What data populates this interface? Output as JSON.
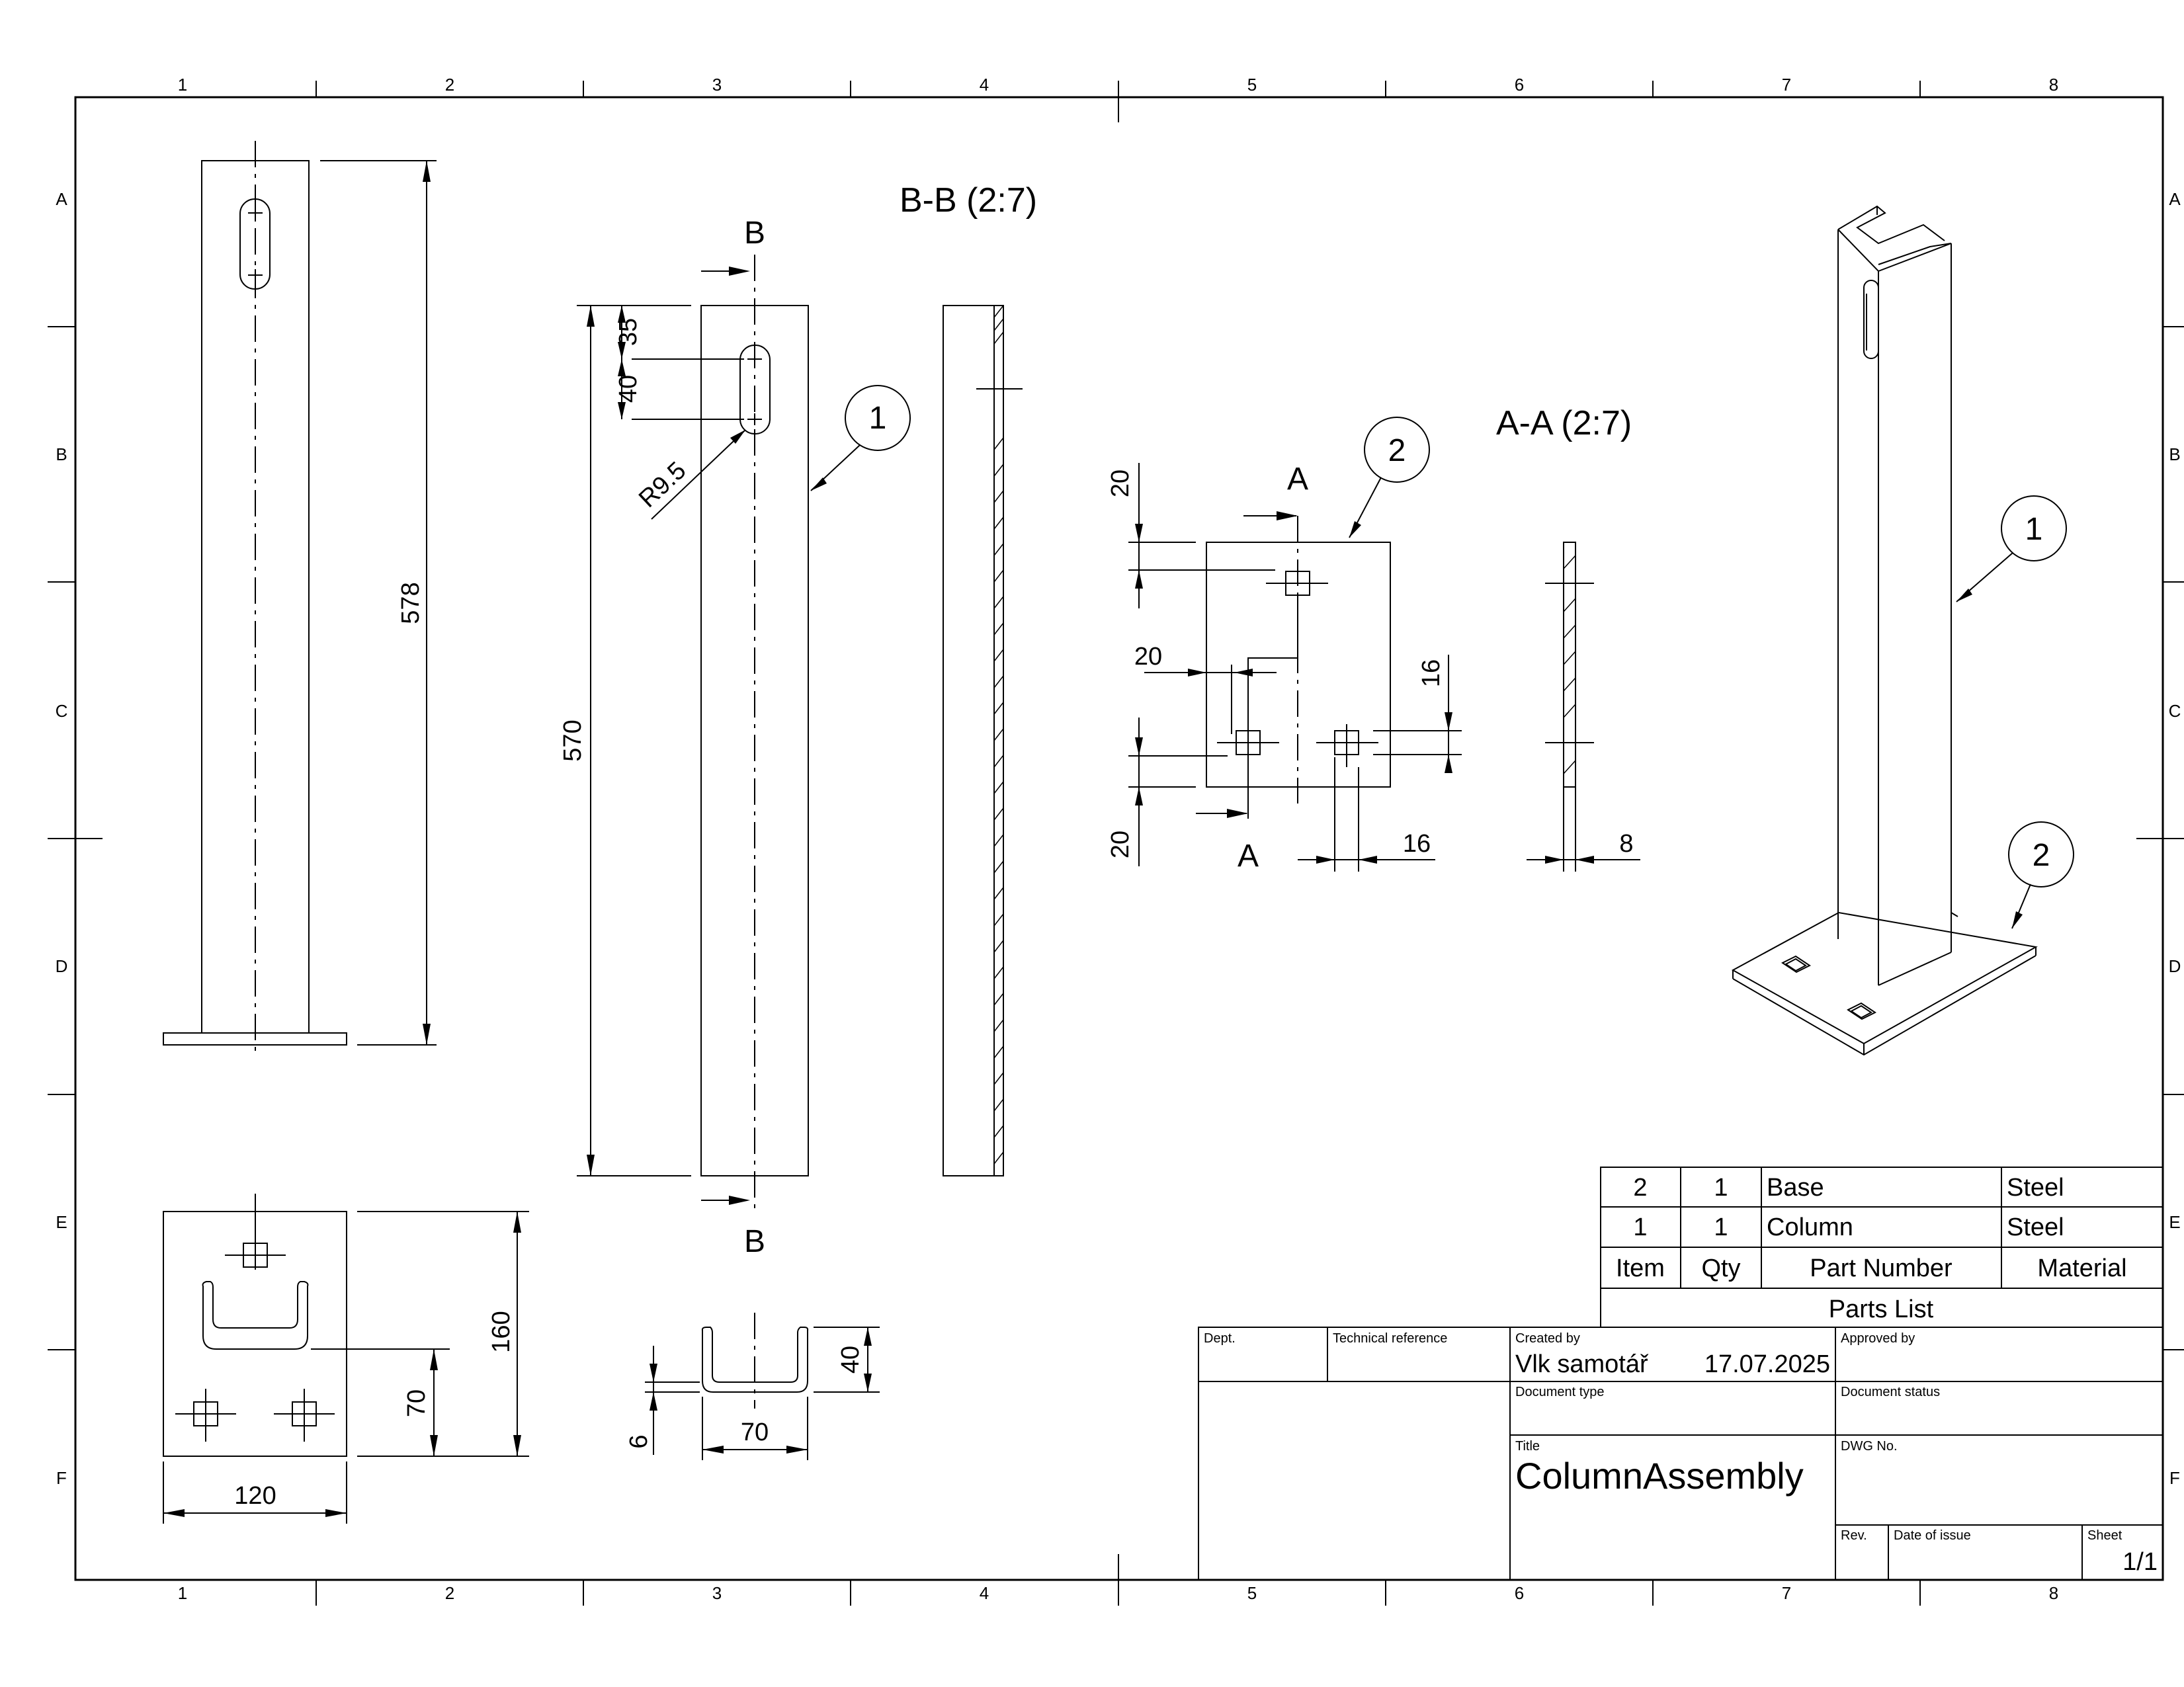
{
  "sheet": {
    "col_labels": [
      "1",
      "2",
      "3",
      "4",
      "5",
      "6",
      "7",
      "8"
    ],
    "row_labels": [
      "A",
      "B",
      "C",
      "D",
      "E",
      "F"
    ]
  },
  "views": {
    "section_bb_title": "B-B (2:7)",
    "section_aa_title": "A-A (2:7)",
    "cut_b": "B",
    "cut_a": "A"
  },
  "dimensions": {
    "front_height": "578",
    "column_length": "570",
    "slot_35": "35",
    "slot_40": "40",
    "slot_radius": "R9.5",
    "plan_height": "160",
    "plan_70": "70",
    "plan_width": "120",
    "channel_height": "40",
    "channel_thickness": "6",
    "channel_width": "70",
    "base_20_top": "20",
    "base_20_left": "20",
    "base_16_vert": "16",
    "base_20_bottom": "20",
    "base_16_horiz": "16",
    "base_thickness": "8"
  },
  "balloons": {
    "column": "1",
    "base": "2"
  },
  "parts_list": {
    "title": "Parts List",
    "headers": [
      "Item",
      "Qty",
      "Part Number",
      "Material"
    ],
    "rows": [
      {
        "item": "2",
        "qty": "1",
        "part": "Base",
        "material": "Steel"
      },
      {
        "item": "1",
        "qty": "1",
        "part": "Column",
        "material": "Steel"
      }
    ]
  },
  "title_block": {
    "dept_label": "Dept.",
    "techref_label": "Technical reference",
    "created_label": "Created by",
    "created_by": "Vlk samotář",
    "date": "17.07.2025",
    "approved_label": "Approved by",
    "doctype_label": "Document type",
    "docstatus_label": "Document status",
    "title_label": "Title",
    "title": "ColumnAssembly",
    "dwg_label": "DWG No.",
    "rev_label": "Rev.",
    "issue_label": "Date of issue",
    "sheet_label": "Sheet",
    "sheet": "1/1"
  }
}
